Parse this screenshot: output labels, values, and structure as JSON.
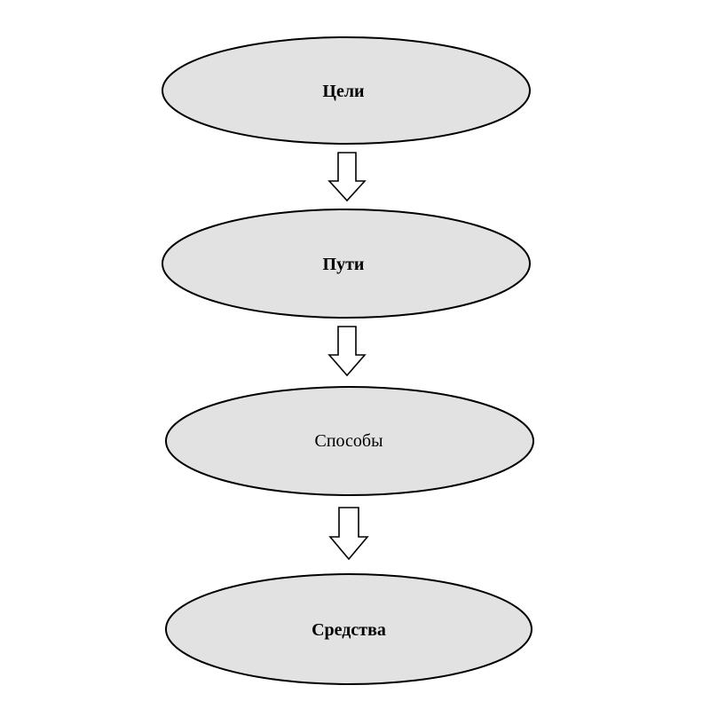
{
  "diagram": {
    "nodes": [
      {
        "id": "goals",
        "label": "Цели"
      },
      {
        "id": "paths",
        "label": "Пути"
      },
      {
        "id": "methods",
        "label": "Способы"
      },
      {
        "id": "means",
        "label": "Средства"
      }
    ],
    "edges": [
      {
        "from": "goals",
        "to": "paths"
      },
      {
        "from": "paths",
        "to": "methods"
      },
      {
        "from": "methods",
        "to": "means"
      }
    ],
    "colors": {
      "node_fill": "#e2e2e2",
      "stroke": "#000000",
      "arrow_fill": "#ffffff",
      "background": "#ffffff"
    }
  }
}
